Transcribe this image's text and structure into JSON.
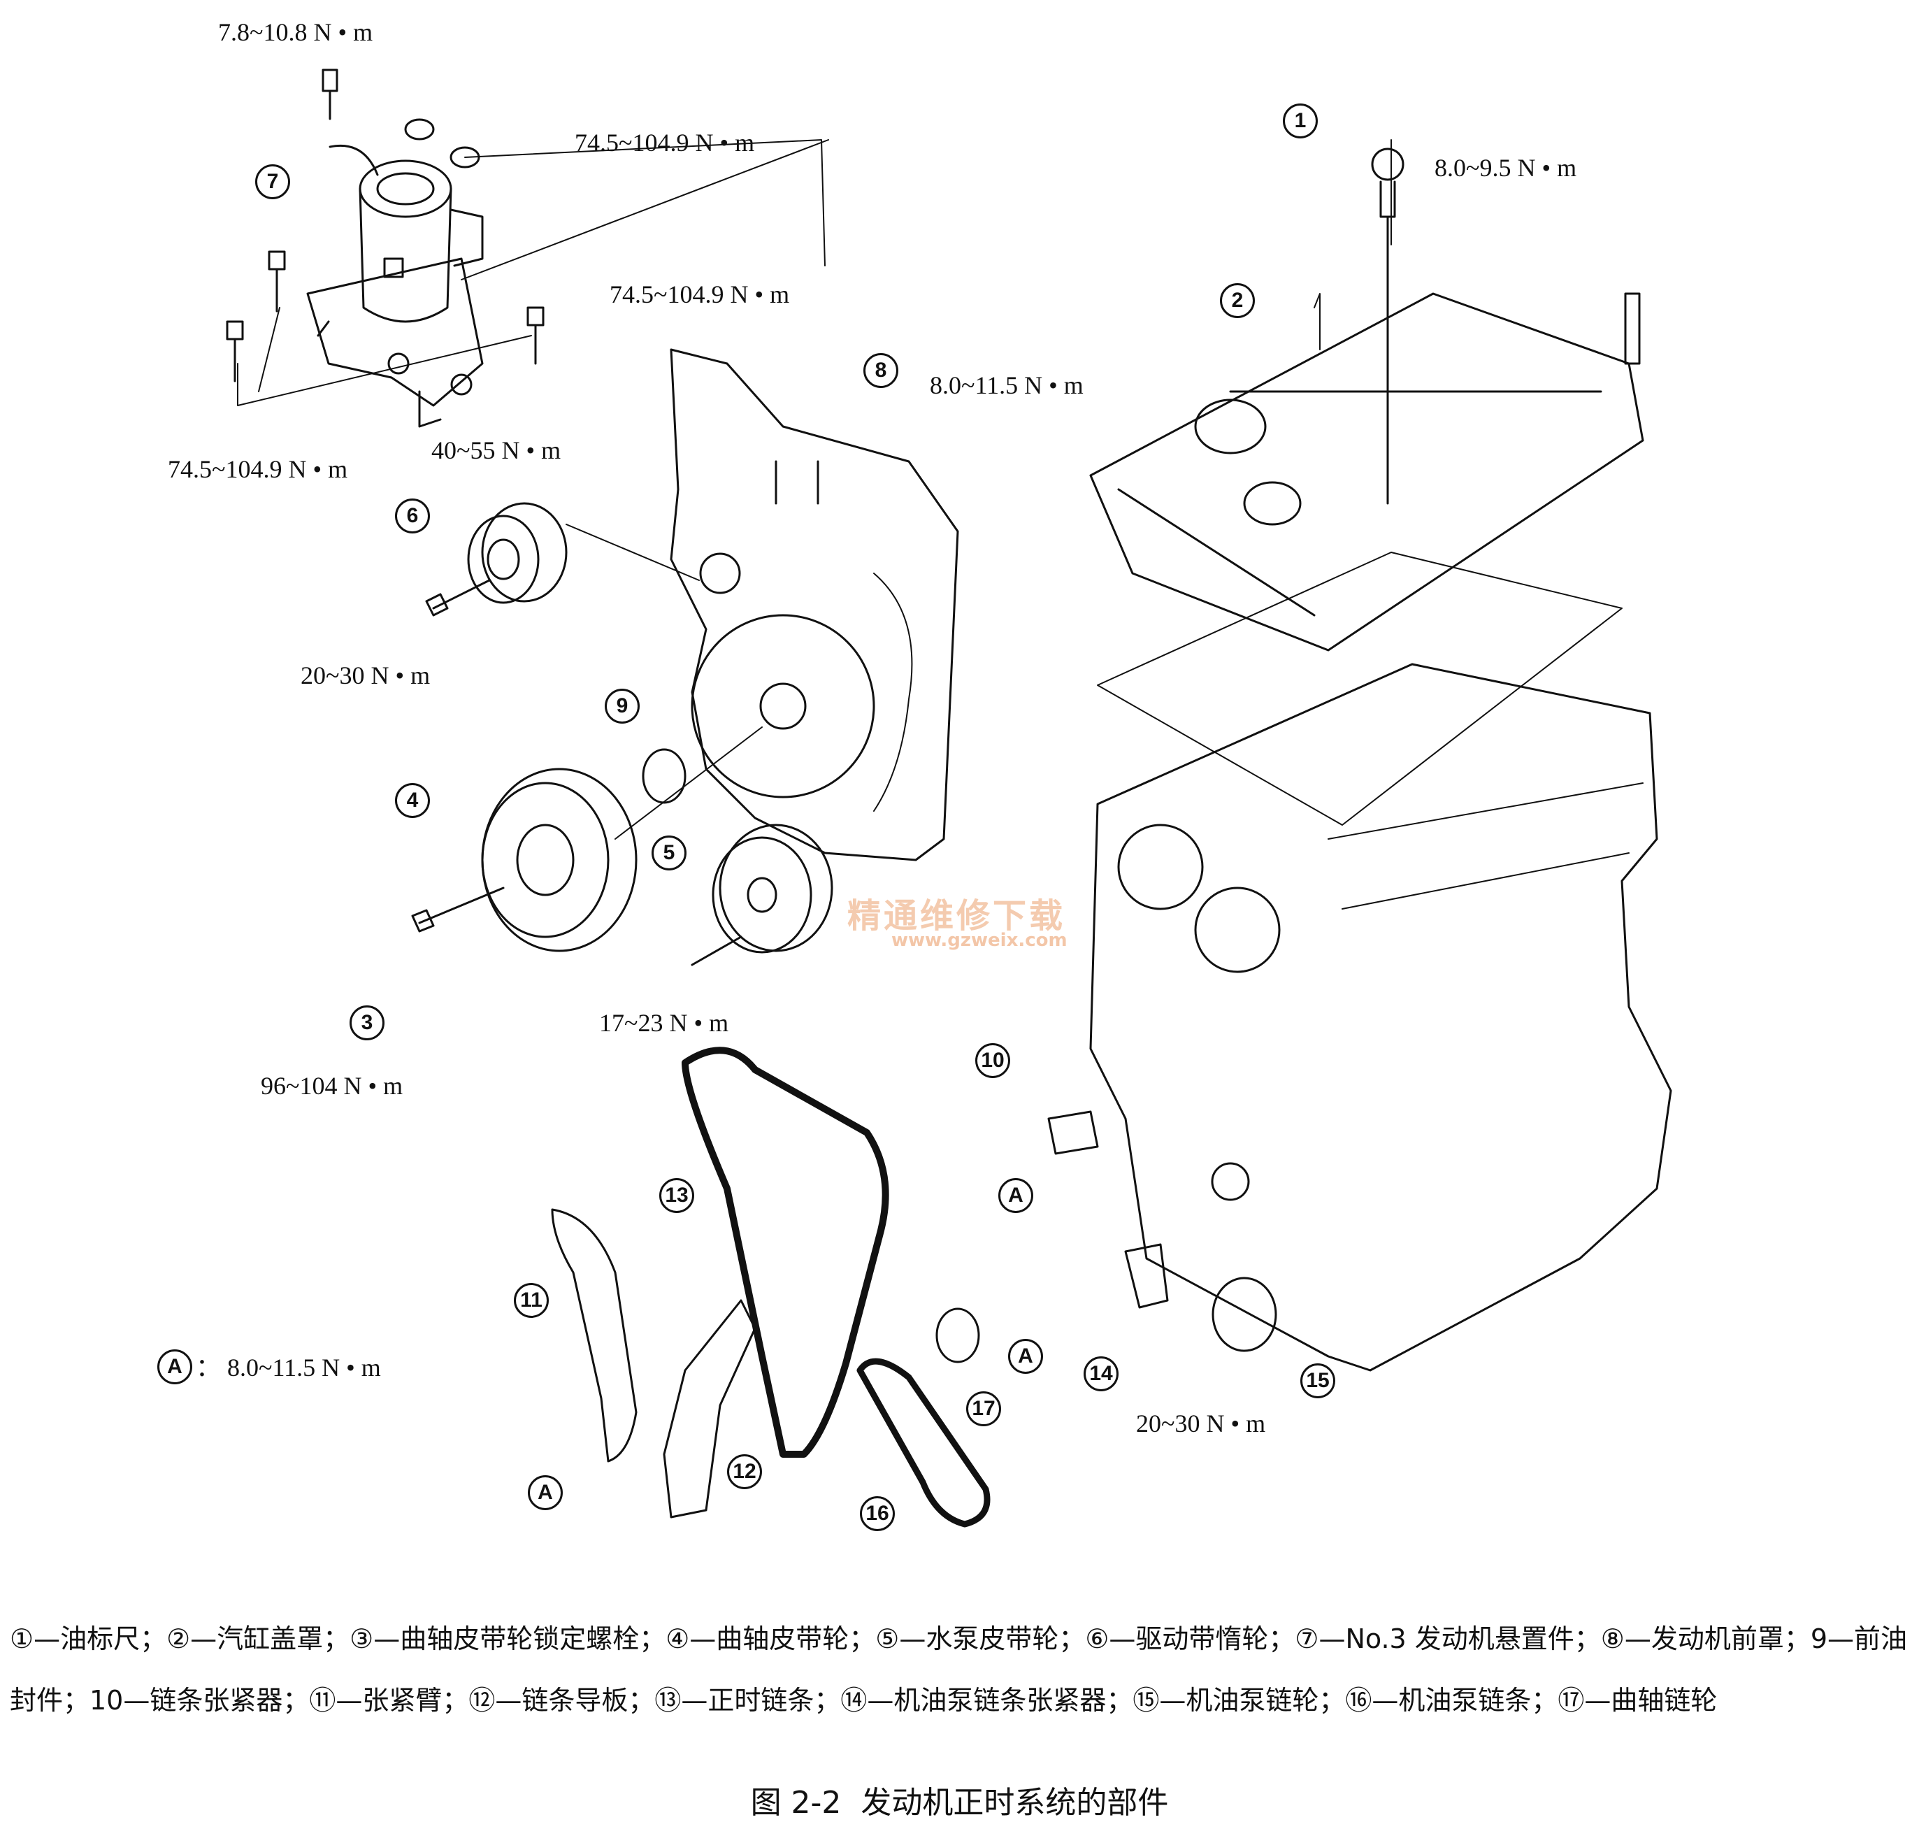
{
  "torque_labels": {
    "mount_top_bolt": "7.8~10.8 N • m",
    "mount_nuts": "74.5~104.9 N • m",
    "mount_side_bolt": "74.5~104.9 N • m",
    "mount_lower_bolts": "74.5~104.9 N • m",
    "dipstick_bolt": "8.0~9.5 N • m",
    "front_cover_bolt": "8.0~11.5 N • m",
    "cover_long_bolt": "40~55 N • m",
    "idler_bolt": "20~30 N • m",
    "crank_pulley_bolt": "96~104 N • m",
    "water_pump_bolt": "17~23 N • m",
    "oil_pump_sprocket_bolt": "20~30 N • m",
    "note_a": "8.0~11.5 N • m"
  },
  "callouts": {
    "c1": "1",
    "c2": "2",
    "c3": "3",
    "c4": "4",
    "c5": "5",
    "c6": "6",
    "c7": "7",
    "c8": "8",
    "c9": "9",
    "c10": "10",
    "c11": "11",
    "c12": "12",
    "c13": "13",
    "c14": "14",
    "c15": "15",
    "c16": "16",
    "c17": "17",
    "a": "A"
  },
  "note_a_symbol": "A",
  "note_a_colon": "：",
  "watermark": {
    "text": "精通维修下载",
    "url": "www.gzweix.com"
  },
  "legend": "①—油标尺；②—汽缸盖罩；③—曲轴皮带轮锁定螺栓；④—曲轴皮带轮；⑤—水泵皮带轮；⑥—驱动带惰轮；⑦—No.3 发动机悬置件；⑧—发动机前罩；9—前油封件；10—链条张紧器；⑪—张紧臂；⑫—链条导板；⑬—正时链条；⑭—机油泵链条张紧器；⑮—机油泵链轮；⑯—机油泵链条；⑰—曲轴链轮",
  "caption": {
    "number": "图 2-2",
    "title": "发动机正时系统的部件"
  },
  "colors": {
    "ink": "#111111",
    "watermark": "#eba06e"
  }
}
